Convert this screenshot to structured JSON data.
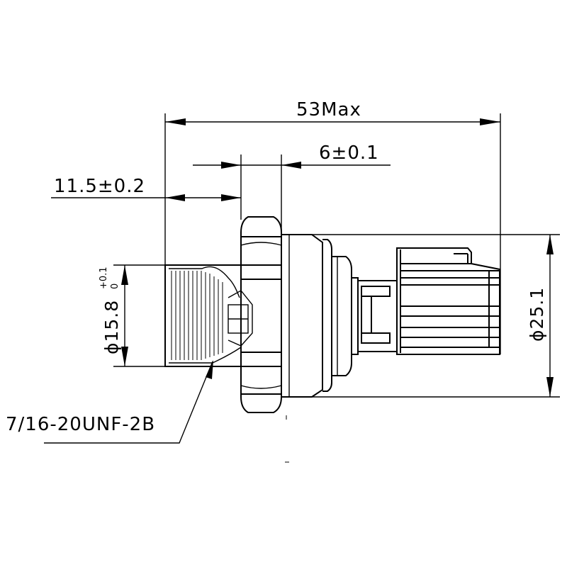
{
  "dimensions": {
    "overall_length": "53Max",
    "hex_width": "6±0.1",
    "thread_length": "11.5±0.2",
    "thread_diameter": "ϕ15.8",
    "thread_diameter_tol_upper": "+0.1",
    "thread_diameter_tol_lower": "0",
    "body_diameter": "ϕ25.1",
    "thread_spec": "7/16-20UNF-2B"
  }
}
